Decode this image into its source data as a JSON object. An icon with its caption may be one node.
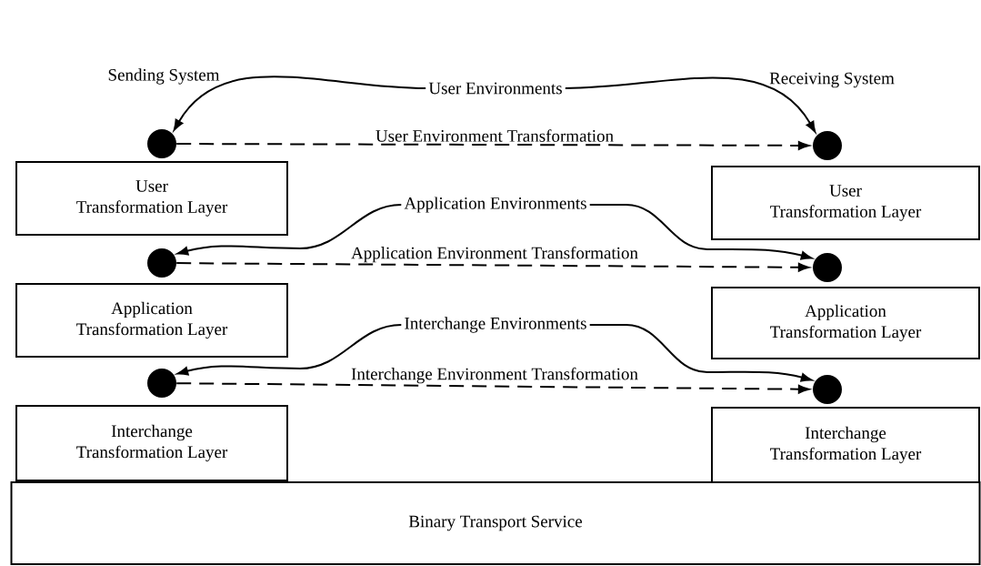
{
  "diagram": {
    "nodes": [
      {
        "text": [
          "User Transformation Layer"
        ]
      },
      {
        "text": [
          "User Transformation Layer"
        ]
      },
      {
        "text": [
          "Application Transformation Layer"
        ]
      },
      {
        "text": [
          "Application Transformation Layer"
        ]
      },
      {
        "text": [
          "Interchange Transformation Layer"
        ]
      },
      {
        "text": [
          "Interchange Transformation Layer"
        ]
      },
      {
        "text": [
          "Binary Transport Service"
        ]
      },
      {
        "text": [],
        "shape": "circle"
      },
      {
        "text": [],
        "shape": "circle"
      },
      {
        "text": [],
        "shape": "circle"
      },
      {
        "text": [],
        "shape": "circle"
      },
      {
        "text": [],
        "shape": "circle"
      },
      {
        "text": [],
        "shape": "circle"
      },
      {
        "text": [
          "User Environments"
        ]
      },
      {
        "text": [
          "Application Environments"
        ]
      },
      {
        "text": [
          "Interchange Environments"
        ]
      }
    ],
    "edges": [
      {
        "from": 7,
        "to": 8,
        "arrow": "to",
        "style": "dashed",
        "label": "User Environment Transformation"
      },
      {
        "from": 13,
        "to": 7,
        "arrow": "to"
      },
      {
        "from": 13,
        "to": 8,
        "arrow": "to"
      },
      {
        "from": 9,
        "to": 10,
        "arrow": "to",
        "style": "dashed",
        "label": "Application Environment Transformation"
      },
      {
        "from": 14,
        "to": 9,
        "arrow": "to"
      },
      {
        "from": 14,
        "to": 10,
        "arrow": "to"
      },
      {
        "from": 11,
        "to": 12,
        "arrow": "to",
        "style": "dashed",
        "label": "Interchange Environment Transformation"
      },
      {
        "from": 15,
        "to": 11,
        "arrow": "to"
      },
      {
        "from": 15,
        "to": 12,
        "arrow": "to"
      }
    ],
    "labels": [
      "Sending System",
      "Receiving System"
    ]
  }
}
